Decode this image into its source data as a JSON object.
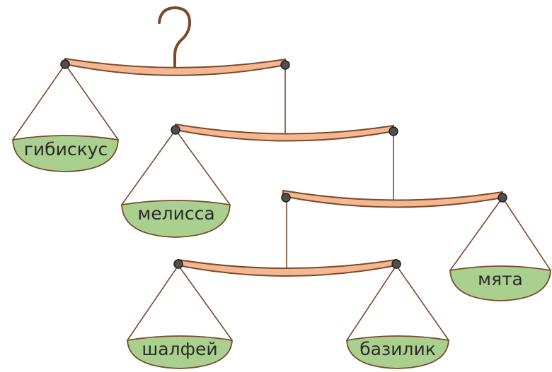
{
  "colors": {
    "beam": "#f5b792",
    "outline": "#7a4a2a",
    "pan_liquid": "#a9d08e",
    "pivot": "#505050"
  },
  "hook": {
    "icon": "hook-icon"
  },
  "pans": {
    "hibiscus": "гибискус",
    "melissa": "мелисса",
    "mint": "мята",
    "sage": "шалфей",
    "basil": "базилик"
  }
}
